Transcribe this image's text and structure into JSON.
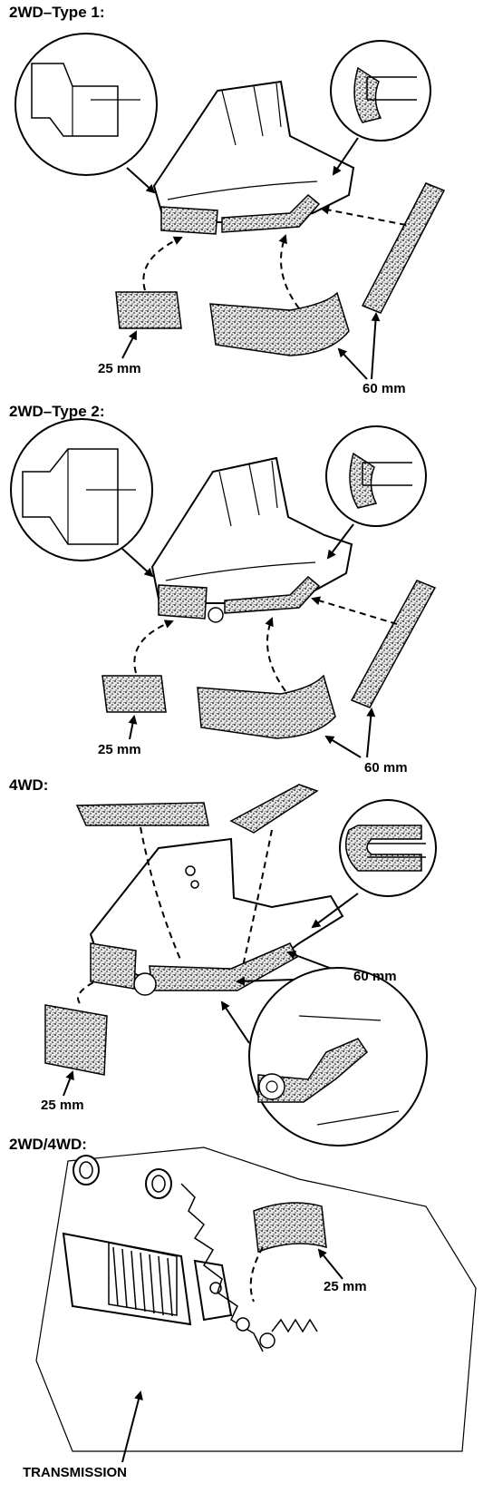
{
  "sections": [
    {
      "title": "2WD–Type 1:",
      "callouts": {
        "small": "25 mm",
        "large": "60 mm"
      }
    },
    {
      "title": "2WD–Type 2:",
      "callouts": {
        "small": "25 mm",
        "large": "60 mm"
      }
    },
    {
      "title": "4WD:",
      "callouts": {
        "small": "25 mm",
        "large": "60 mm"
      }
    },
    {
      "title": "2WD/4WD:",
      "callouts": {
        "small": "25 mm",
        "transmission": "TRANSMISSION"
      }
    }
  ],
  "colors": {
    "ink": "#000000",
    "paper": "#ffffff",
    "foam": "#cfcfcf"
  }
}
